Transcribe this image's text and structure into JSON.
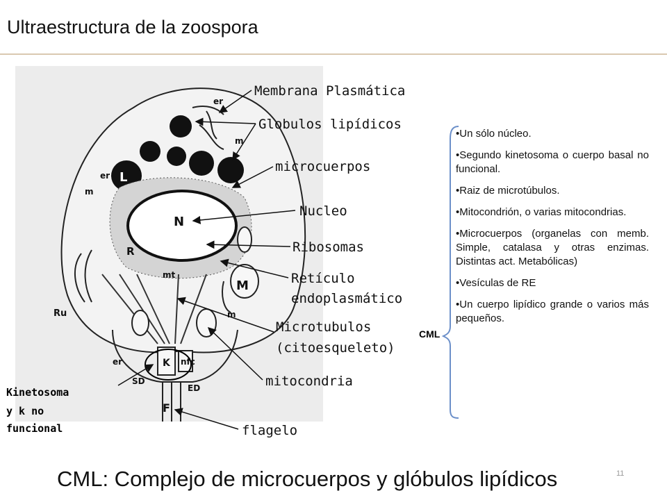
{
  "slide": {
    "title": "Ultraestructura de la zoospora",
    "footer": "CML: Complejo de microcuerpos y glóbulos lipídicos",
    "page_number": "11"
  },
  "figure": {
    "image_letters": {
      "er_top": "er",
      "m_top": "m",
      "L": "L",
      "er_left": "er",
      "m_left": "m",
      "N": "N",
      "R": "R",
      "mt": "mt",
      "M": "M",
      "m_right": "m",
      "Ru": "Ru",
      "K": "K",
      "nfc": "nfc",
      "er_bottom": "er",
      "SD": "SD",
      "ED": "ED",
      "F": "F"
    }
  },
  "labels": {
    "membrana": "Membrana Plasmática",
    "globulos": "Globulos lipídicos",
    "microcuerpos": "microcuerpos",
    "nucleo": "Nucleo",
    "ribosomas": "Ribosomas",
    "reticulo_1": "Retículo",
    "reticulo_2": "endoplasmático",
    "microtubulos_1": "Microtubulos",
    "microtubulos_2": "(citoesqueleto)",
    "mitocondria": "mitocondria",
    "flagelo": "flagelo",
    "kinetosoma_1": "Kinetosoma",
    "kinetosoma_2": "y k no",
    "kinetosoma_3": "funcional"
  },
  "features": {
    "cml_label": "CML",
    "items": [
      "Un sólo núcleo.",
      "Segundo kinetosoma o cuerpo basal no funcional.",
      "Raiz de microtúbulos.",
      "Mitocondrión, o varias mitocondrias.",
      "Microcuerpos (organelas con memb. Simple, catalasa y otras enzimas. Distintas act. Metabólicas)",
      "Vesículas de RE",
      "Un cuerpo lipídico grande o varios más pequeños."
    ]
  },
  "colors": {
    "title_rule": "#d9c8b0",
    "brace": "#6b8fc9",
    "figure_bg": "#ececec"
  }
}
